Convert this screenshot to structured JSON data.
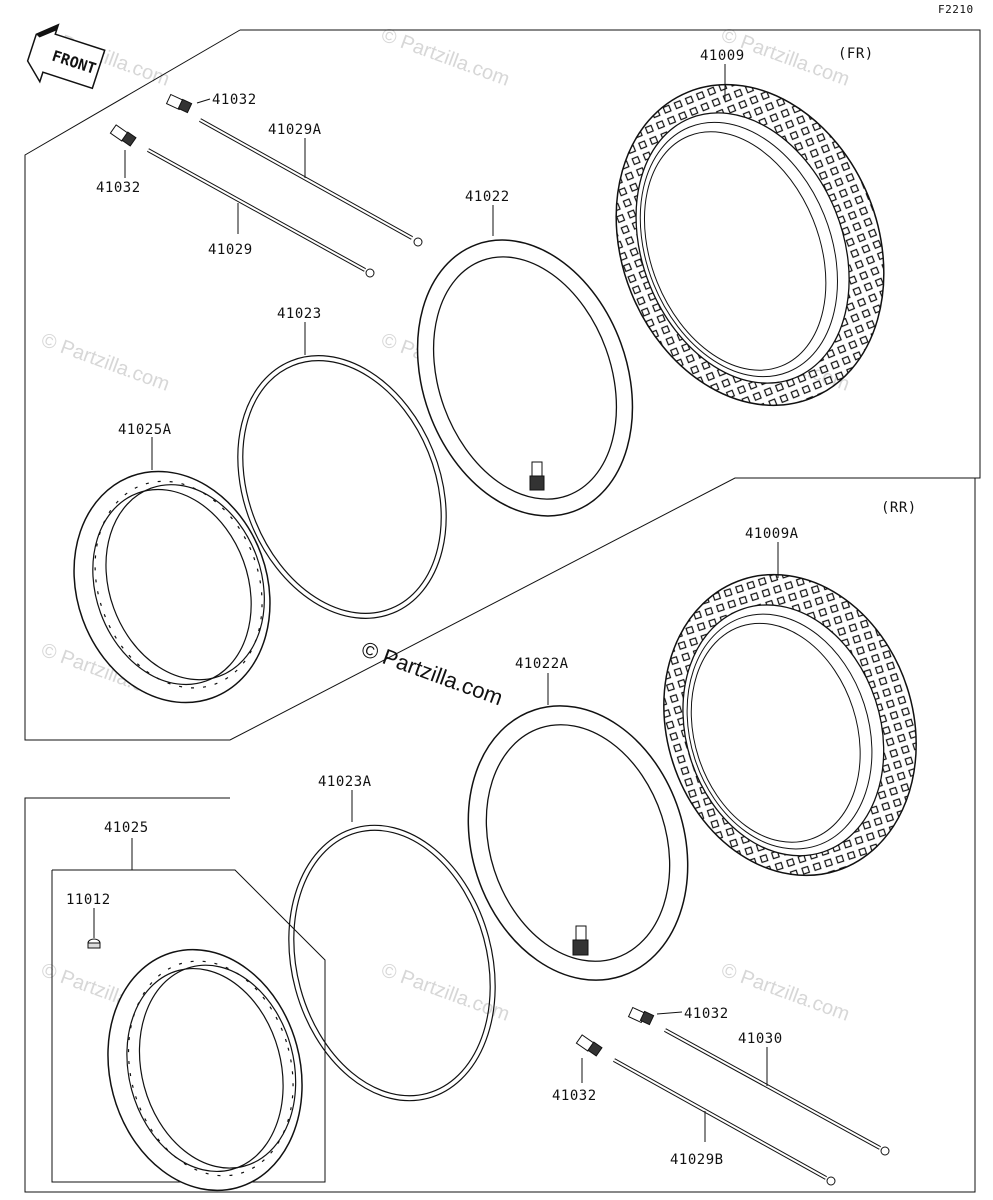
{
  "figure_code": "F2210",
  "front_arrow": {
    "text": "FRONT",
    "icon": "front-arrow-icon"
  },
  "sections": {
    "front": {
      "tag": "(FR)"
    },
    "rear": {
      "tag": "(RR)"
    }
  },
  "labels": {
    "p41009": "41009",
    "p41032_top": "41032",
    "p41029A": "41029A",
    "p41032_left": "41032",
    "p41029": "41029",
    "p41022": "41022",
    "p41023": "41023",
    "p41025A": "41025A",
    "p41009A": "41009A",
    "p41022A": "41022A",
    "p41023A": "41023A",
    "p41025": "41025",
    "p11012": "11012",
    "p41032_rr_top": "41032",
    "p41030": "41030",
    "p41032_rr_left": "41032",
    "p41029B": "41029B"
  },
  "watermark": {
    "text": "Partzilla.com",
    "symbol": "©"
  },
  "center_watermark": "© Partzilla.com"
}
